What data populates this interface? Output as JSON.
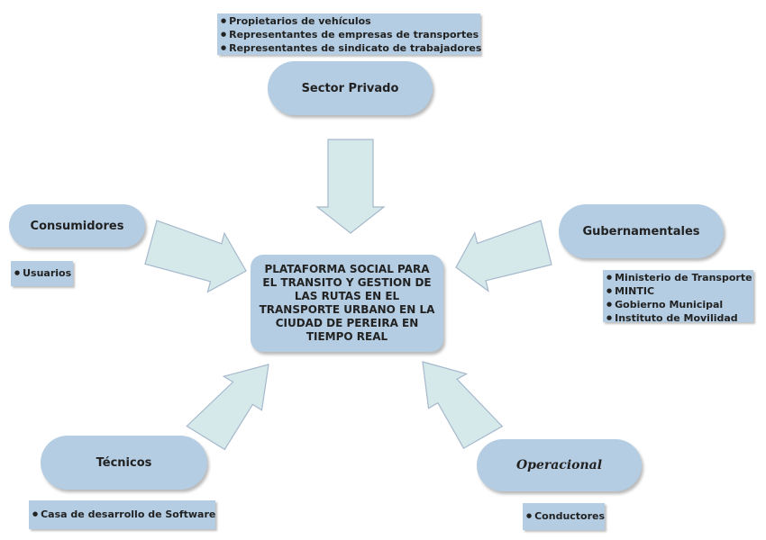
{
  "center": {
    "title": "PLATAFORMA SOCIAL PARA EL TRANSITO Y GESTION DE LAS RUTAS EN EL TRANSPORTE URBANO EN LA CIUDAD DE PEREIRA EN TIEMPO REAL"
  },
  "sector_privado": {
    "label": "Sector Privado",
    "items": [
      "Propietarios de vehículos",
      "Representantes de empresas de transportes",
      "Representantes de sindicato de trabajadores"
    ]
  },
  "consumidores": {
    "label": "Consumidores",
    "items": [
      "Usuarios"
    ]
  },
  "gubernamentales": {
    "label": "Gubernamentales",
    "items": [
      "Ministerio de Transporte",
      "MINTIC",
      "Gobierno Municipal",
      "Instituto de Movilidad"
    ]
  },
  "tecnicos": {
    "label": "Técnicos",
    "items": [
      "Casa de desarrollo de Software"
    ]
  },
  "operacional": {
    "label": "Operacional",
    "items": [
      "Conductores"
    ]
  },
  "colors": {
    "node_fill": "#b4cde3",
    "arrow_fill": "#d5e9ea",
    "arrow_stroke": "#a6b8cc"
  }
}
